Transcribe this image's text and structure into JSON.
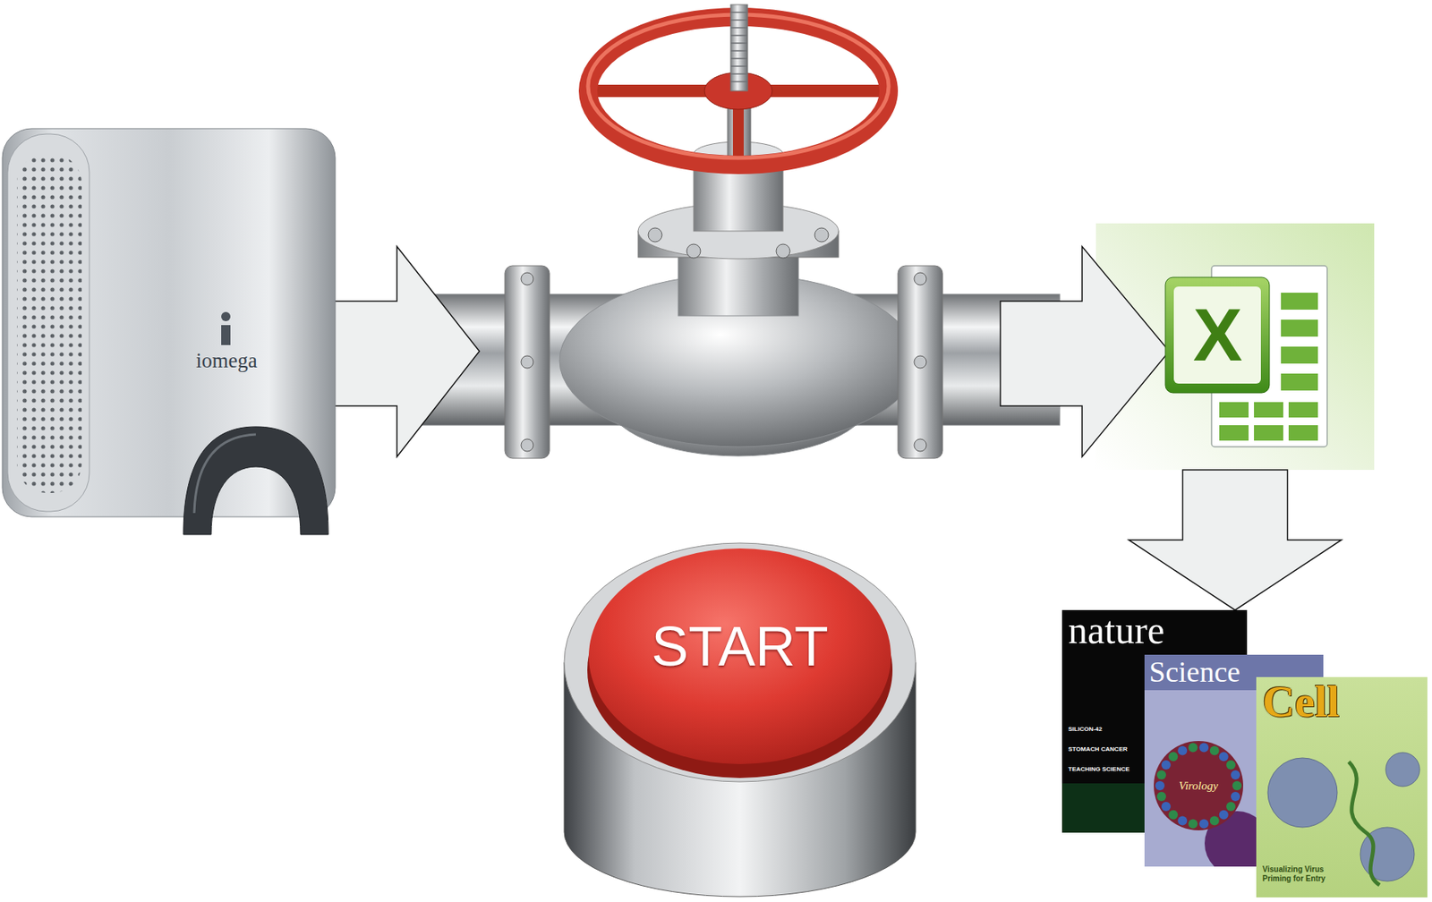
{
  "diagram": {
    "nodes": [
      {
        "text": [
          "iomega"
        ]
      },
      {
        "text": [
          "X"
        ]
      },
      {
        "text": [
          "START"
        ]
      },
      {
        "text": [
          "nature",
          "SILICON-42",
          "STOMACH CANCER",
          "TEACHING SCIENCE"
        ]
      },
      {
        "text": [
          "Science",
          "Virology"
        ]
      },
      {
        "text": [
          "Cell",
          "Visualizing Virus Priming for Entry"
        ]
      }
    ],
    "edges": [
      {
        "from": 1,
        "to": 3,
        "arrow": "to"
      }
    ]
  }
}
